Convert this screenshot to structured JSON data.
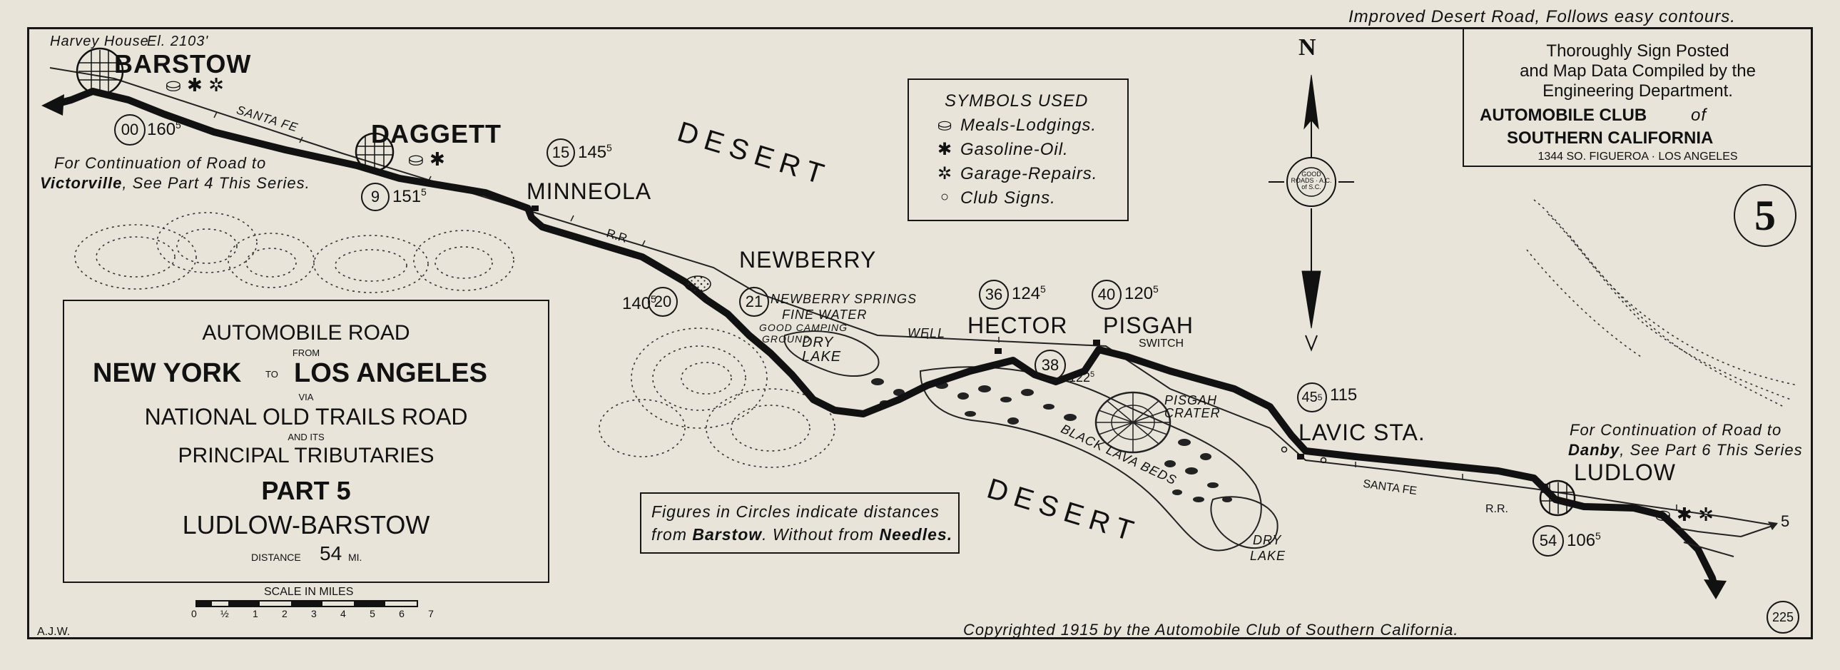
{
  "header": {
    "top_note": "Improved Desert Road, Follows easy contours."
  },
  "club_box": {
    "line1": "Thoroughly Sign Posted",
    "line2": "and Map Data Compiled by the",
    "line3": "Engineering Department.",
    "club_name_a": "AUTOMOBILE CLUB",
    "club_name_of": "of",
    "club_name_b": "SOUTHERN CALIFORNIA",
    "address": "1344 SO. FIGUEROA · LOS ANGELES"
  },
  "part_badge": "5",
  "symbols_box": {
    "title": "SYMBOLS USED",
    "items": [
      {
        "icon": "meals-lodging-icon",
        "label": "Meals-Lodgings."
      },
      {
        "icon": "gasoline-oil-icon",
        "label": "Gasoline-Oil."
      },
      {
        "icon": "garage-repairs-icon",
        "label": "Garage-Repairs."
      },
      {
        "icon": "club-sign-icon",
        "label": "Club Signs."
      }
    ]
  },
  "compass": {
    "north": "N",
    "rose_text": "GOOD ROADS · A.C. of S.C."
  },
  "title_box": {
    "line1": "AUTOMOBILE ROAD",
    "from": "FROM",
    "line2a": "NEW YORK",
    "to": "TO",
    "line2b": "LOS ANGELES",
    "via": "VIA",
    "line3": "NATIONAL OLD TRAILS ROAD",
    "and_its": "AND ITS",
    "line4": "PRINCIPAL TRIBUTARIES",
    "part": "PART 5",
    "route": "LUDLOW-BARSTOW",
    "distance_label": "DISTANCE",
    "distance_value": "54",
    "distance_unit": "MI."
  },
  "scale": {
    "label": "SCALE IN MILES",
    "ticks": [
      "0",
      "½",
      "1",
      "2",
      "3",
      "4",
      "5",
      "6",
      "7"
    ]
  },
  "note_box": {
    "line1": "Figures in Circles indicate distances",
    "line2_a": "from",
    "line2_b": "Barstow",
    "line2_c": ". Without from",
    "line2_d": "Needles."
  },
  "towns": {
    "barstow": {
      "name": "BARSTOW",
      "note": "Harvey House",
      "elevation": "El. 2103'",
      "circle": "00",
      "num": "160",
      "sup": "5"
    },
    "daggett": {
      "name": "DAGGETT",
      "circle": "9",
      "num": "151",
      "sup": "5"
    },
    "minneola": {
      "name": "MINNEOLA",
      "circle": "15",
      "num": "145",
      "sup": "5"
    },
    "newberry": {
      "name": "NEWBERRY",
      "circle": "21",
      "left_num": "140",
      "left_sup": "5",
      "left_circle": "20"
    },
    "hector": {
      "name": "HECTOR",
      "circle": "36",
      "num": "124",
      "sup": "5"
    },
    "pisgah": {
      "name": "PISGAH",
      "circle": "40",
      "num": "120",
      "sup": "5",
      "switch": "SWITCH",
      "mid_circle": "38",
      "mid_num": "122",
      "mid_sup": "5"
    },
    "lavic": {
      "name": "LAVIC STA.",
      "circle": "45",
      "sup": "5",
      "num": "115"
    },
    "ludlow": {
      "name": "LUDLOW",
      "circle": "54",
      "num": "106",
      "sup": "5"
    }
  },
  "labels": {
    "continuation_west_1": "For Continuation of Road to",
    "continuation_west_2a": "Victorville",
    "continuation_west_2b": ", See Part 4 This Series.",
    "continuation_east_1": "For Continuation of Road to",
    "continuation_east_2a": "Danby",
    "continuation_east_2b": ", See Part 6 This Series",
    "desert_north": "DESERT",
    "desert_south": "DESERT",
    "santa_fe_west": "SANTA FE",
    "rr_west": "R.R",
    "santa_fe_east": "SANTA FE",
    "rr_east": "R.R.",
    "newberry_springs": "NEWBERRY SPRINGS",
    "fine_water": "FINE WATER",
    "good_camping": "GOOD CAMPING",
    "ground": "GROUND",
    "dry_lake_1": "DRY LAKE",
    "well": "WELL",
    "pisgah_crater": "PISGAH CRATER",
    "black_lava_beds": "BLACK LAVA BEDS",
    "dry_lake_2a": "DRY",
    "dry_lake_2b": "LAKE",
    "arrow_east": "5"
  },
  "footer": {
    "initials": "A.J.W.",
    "copyright": "Copyrighted 1915 by the Automobile Club of Southern California.",
    "page_number": "225"
  }
}
